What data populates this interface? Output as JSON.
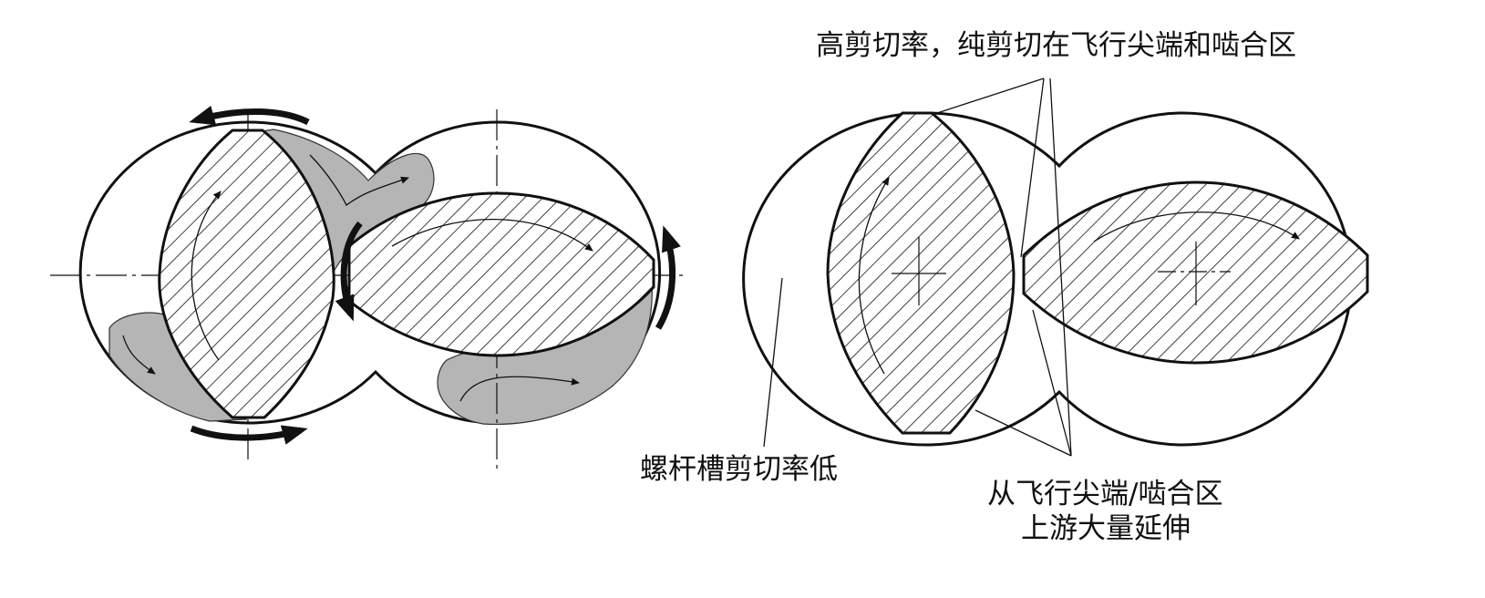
{
  "diagram": {
    "left_figure": {
      "description_labels": []
    },
    "right_figure": {
      "labels": {
        "high_shear": "高剪切率，纯剪切在飞行尖端和啮合区",
        "low_shear": "螺杆槽剪切率低",
        "extension_line1": "从飞行尖端/啮合区",
        "extension_line2": "上游大量延伸"
      }
    },
    "colors": {
      "outline": "#111111",
      "shaded_region": "#b5b5b5",
      "background": "#ffffff"
    }
  }
}
